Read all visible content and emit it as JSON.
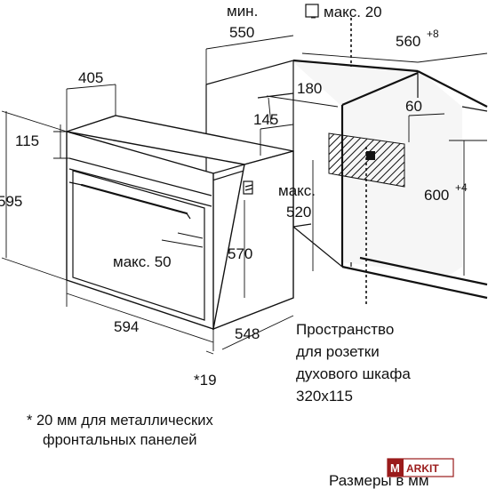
{
  "labels": {
    "min_label": "мин.",
    "min_value": "550",
    "max20": "макс. 20",
    "w560": "560",
    "w560_tol": "+8",
    "d405": "405",
    "d180": "180",
    "d145": "145",
    "d60": "60",
    "d115": "115",
    "d595": "595",
    "max520_label": "макс.",
    "max520_value": "520",
    "h600": "600",
    "h600_tol": "+4",
    "max50": "макс. 50",
    "h570": "570",
    "w594": "594",
    "d548": "548",
    "star19": "*19"
  },
  "socket_note": {
    "line1": "Пространство",
    "line2": "для розетки",
    "line3": "духового шкафа",
    "line4": "320x115"
  },
  "footnote": {
    "line1": "* 20 мм для металлических",
    "line2": "фронтальных панелей"
  },
  "units_note": "Размеры в мм",
  "logo": {
    "mark": "M",
    "text": "ARKIT",
    "color": "#9a1b1b"
  }
}
